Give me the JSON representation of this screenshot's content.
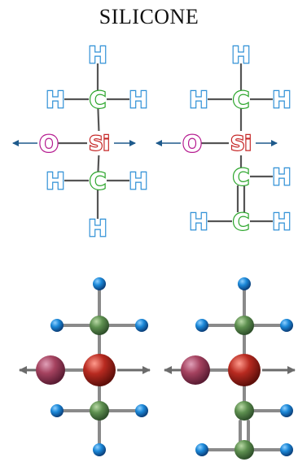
{
  "title": "SILICONE",
  "colors": {
    "hydrogen": "#2d8fd6",
    "carbon": "#2aa52a",
    "silicon": "#c62828",
    "oxygen": "#b5198f",
    "bond": "#555555",
    "arrow": "#1e5a8c"
  },
  "formula_left": {
    "atoms": [
      {
        "id": "h_top",
        "symbol": "H",
        "kind": "hydrogen"
      },
      {
        "id": "h_ul",
        "symbol": "H",
        "kind": "hydrogen"
      },
      {
        "id": "c_up",
        "symbol": "C",
        "kind": "carbon"
      },
      {
        "id": "h_ur",
        "symbol": "H",
        "kind": "hydrogen"
      },
      {
        "id": "o",
        "symbol": "O",
        "kind": "oxygen"
      },
      {
        "id": "si",
        "symbol": "Si",
        "kind": "silicon"
      },
      {
        "id": "h_ll",
        "symbol": "H",
        "kind": "hydrogen"
      },
      {
        "id": "c_low",
        "symbol": "C",
        "kind": "carbon"
      },
      {
        "id": "h_lr",
        "symbol": "H",
        "kind": "hydrogen"
      },
      {
        "id": "h_bot",
        "symbol": "H",
        "kind": "hydrogen"
      }
    ]
  },
  "formula_right": {
    "atoms": [
      {
        "id": "h_top",
        "symbol": "H",
        "kind": "hydrogen"
      },
      {
        "id": "h_ul",
        "symbol": "H",
        "kind": "hydrogen"
      },
      {
        "id": "c_up",
        "symbol": "C",
        "kind": "carbon"
      },
      {
        "id": "h_ur",
        "symbol": "H",
        "kind": "hydrogen"
      },
      {
        "id": "o",
        "symbol": "O",
        "kind": "oxygen"
      },
      {
        "id": "si",
        "symbol": "Si",
        "kind": "silicon"
      },
      {
        "id": "c_mid",
        "symbol": "C",
        "kind": "carbon"
      },
      {
        "id": "h_mr",
        "symbol": "H",
        "kind": "hydrogen"
      },
      {
        "id": "h_bl",
        "symbol": "H",
        "kind": "hydrogen"
      },
      {
        "id": "c_bot",
        "symbol": "C",
        "kind": "carbon"
      },
      {
        "id": "h_br",
        "symbol": "H",
        "kind": "hydrogen"
      }
    ]
  }
}
